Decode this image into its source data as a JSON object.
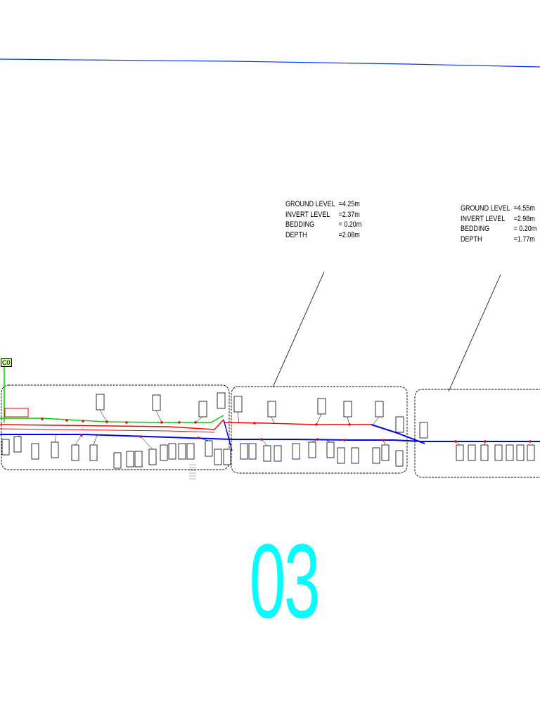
{
  "callouts": [
    {
      "ground_label": "GROUND LEVEL",
      "ground_value": "=4.25m",
      "invert_label": "INVERT LEVEL",
      "invert_value": "=2.37m",
      "bedding_label": "BEDDING",
      "bedding_value": "= 0.20m",
      "depth_label": "DEPTH",
      "depth_value": "=2.08m"
    },
    {
      "ground_label": "GROUND LEVEL",
      "ground_value": "=4.55m",
      "invert_label": "INVERT LEVEL",
      "invert_value": "=2.98m",
      "bedding_label": "BEDDING",
      "bedding_value": "= 0.20m",
      "depth_label": "DEPTH",
      "depth_value": "=1.77m"
    }
  ],
  "sheet_number": "03",
  "start_tag": "C0",
  "colors": {
    "sheet_number": "#00ffff",
    "road_line": "#0033ff",
    "sewer_red": "#ff0000",
    "water_green": "#00cc00",
    "main_blue": "#0000ff"
  }
}
